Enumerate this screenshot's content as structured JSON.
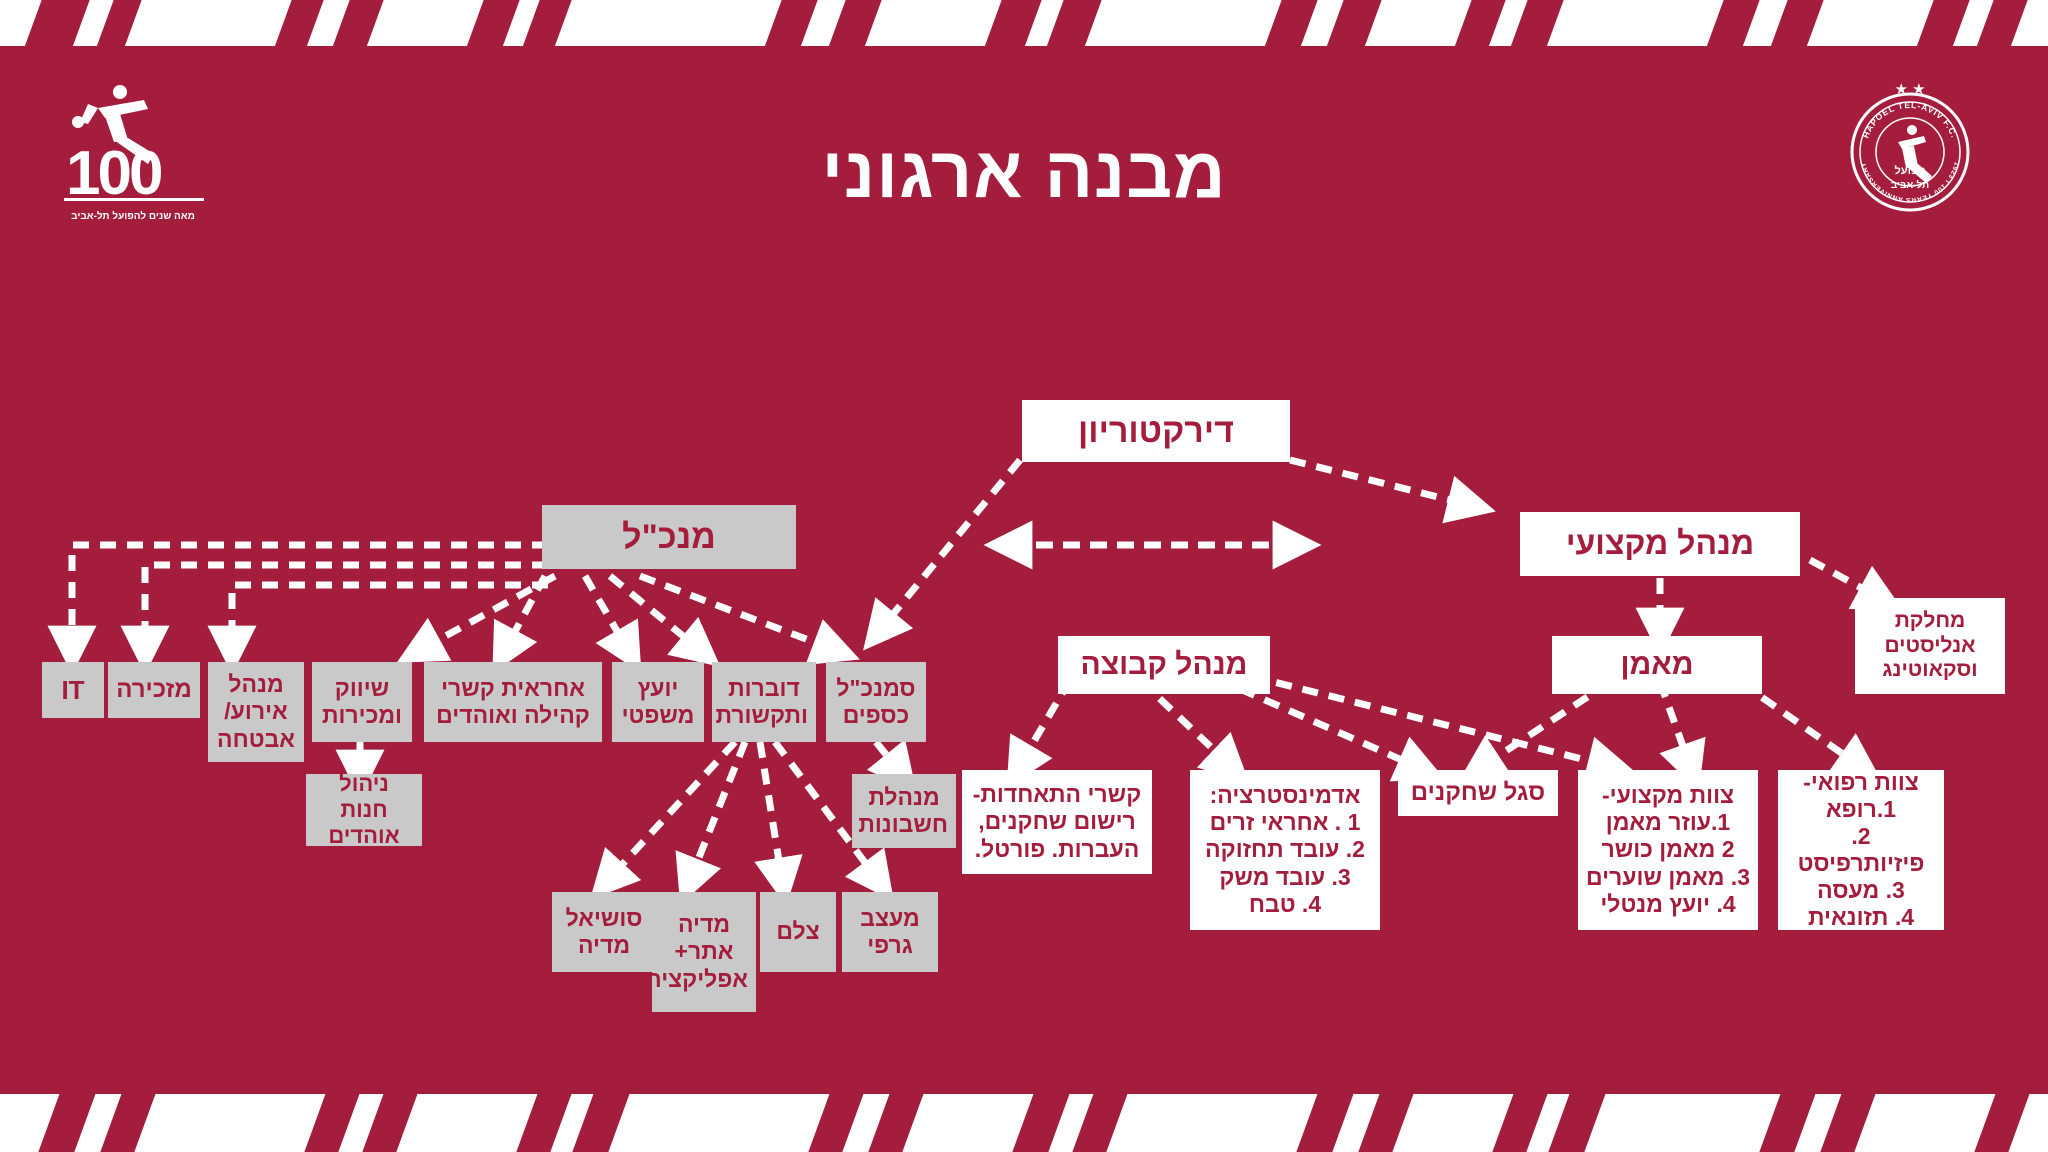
{
  "page": {
    "title": "מבנה ארגוני",
    "background_color": "#a41d3c",
    "white": "#ffffff",
    "gray_box_color": "#c9c9c9"
  },
  "logo_100": {
    "number": "100",
    "caption": "מאה שנים להפועל תל-אביב"
  },
  "crest": {
    "top_text": "HAPOEL TEL-AVIV F.C.",
    "name_he_1": "הפועל",
    "name_he_2": "תל-אביב",
    "bottom_text": "1923  I  100 YEARS ANNIVERSARY",
    "stars": "★ ★"
  },
  "nodes": {
    "board": "דירקטוריון",
    "ceo": "מנכ\"ל",
    "professional_manager": "מנהל מקצועי",
    "team_manager": "מנהל קבוצה",
    "coach": "מאמן",
    "analysts_dept": "מחלקת\nאנליסטים\nוסקאוטינג",
    "it": "IT",
    "secretary": "מזכירה",
    "event_security_manager": "מנהל\nאירוע/\nאבטחה",
    "marketing_sales": "שיווק\nומכירות",
    "shop_management": "ניהול חנות\nאוהדים",
    "community_fan_relations": "אחראית קשרי\nקהילה ואוהדים",
    "legal_advisor": "יועץ\nמשפטי",
    "spokesperson_comms": "דוברות\nותקשורת",
    "cfo": "סמנכ\"ל\nכספים",
    "accounting_manager": "מנהלת\nחשבונות",
    "social_media": "סושיאל\nמדיה",
    "media_site_app": "מדיה\nאתר+\nאפליקציה",
    "photographer": "צלם",
    "graphic_designer": "מעצב\nגרפי",
    "union_relations": "קשרי התאחדות-\nרישום שחקנים,\nהעברות. פורטל.",
    "administration": "אדמינסטרציה:\n1 . אחראי זרים\n2. עובד תחזוקה\n3. עובד משק\n4. טבח",
    "players_squad": "סגל שחקנים",
    "professional_staff": "צוות מקצועי-\n1.עוזר מאמן\n2 מאמן כושר\n3. מאמן שוערים\n4. יועץ  מנטלי",
    "medical_staff": "צוות רפואי-\n1.רופא\n2. פיזיותרפיסט\n3. מעסה\n4. תזונאית"
  }
}
